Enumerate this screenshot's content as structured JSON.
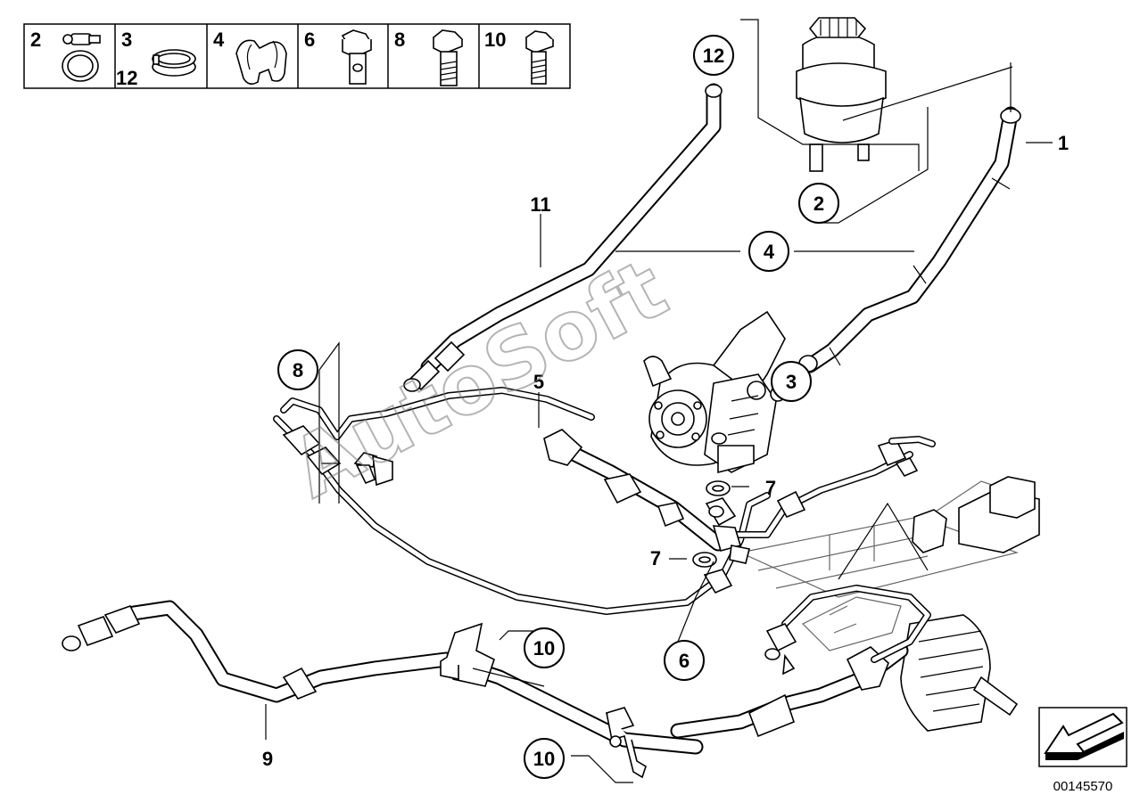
{
  "legend": {
    "cells": [
      {
        "labels": [
          "2"
        ],
        "icon": "hose-clamp-screw-icon"
      },
      {
        "labels": [
          "3",
          "12"
        ],
        "icon": "spring-clamp-icon"
      },
      {
        "labels": [
          "4"
        ],
        "icon": "hose-holder-clip-icon"
      },
      {
        "labels": [
          "6"
        ],
        "icon": "banjo-bolt-icon"
      },
      {
        "labels": [
          "8"
        ],
        "icon": "hex-bolt-icon"
      },
      {
        "labels": [
          "10"
        ],
        "icon": "hex-bolt-small-icon"
      }
    ]
  },
  "callouts": {
    "c12": "12",
    "c2": "2",
    "c4": "4",
    "c3": "3",
    "c8": "8",
    "c6": "6",
    "c10a": "10",
    "c10b": "10"
  },
  "labels": {
    "l1": "1",
    "l11": "11",
    "l5": "5",
    "l7a": "7",
    "l7b": "7",
    "l9": "9"
  },
  "watermark": "AutoSoft",
  "reference_number": "00145570",
  "direction_icon": "front-direction-arrow-icon"
}
